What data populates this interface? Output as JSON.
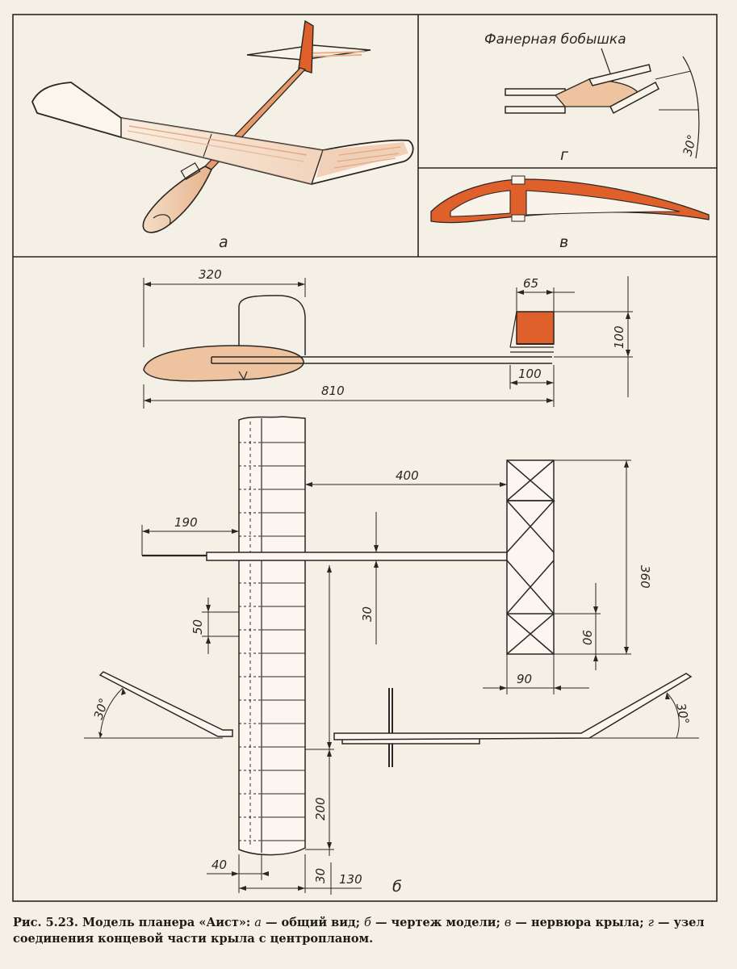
{
  "panels": {
    "a": "а",
    "b": "б",
    "v": "в",
    "g": "г"
  },
  "labels": {
    "boss": "Фанерная бобышка",
    "angle_detail": "30°",
    "angle_left": "30°",
    "angle_right": "30°"
  },
  "dimensions": {
    "d320": "320",
    "d65": "65",
    "d100_vertical": "100",
    "d100_horizontal": "100",
    "d810": "810",
    "d400": "400",
    "d190": "190",
    "d360": "360",
    "d30_mid": "30",
    "d50": "50",
    "d90_vertical": "90",
    "d90_horizontal": "90",
    "d200": "200",
    "d40": "40",
    "d30_bottom": "30",
    "d130": "130"
  },
  "caption": {
    "fig": "Рис. 5.23.",
    "title": " Модель планера «Аист»: ",
    "a_key": "а",
    "a_text": " — общий вид; ",
    "b_key": "б",
    "b_text": " — чертеж модели; ",
    "v_key": "в",
    "v_text": " — нервюра крыла; ",
    "g_key": "г",
    "g_text": " — узел соединения концевой части крыла с центропланом."
  },
  "colors": {
    "paper": "#f4f0e6",
    "ink": "#2a2622",
    "orange": "#e0602c",
    "peach": "#eec4a0"
  }
}
